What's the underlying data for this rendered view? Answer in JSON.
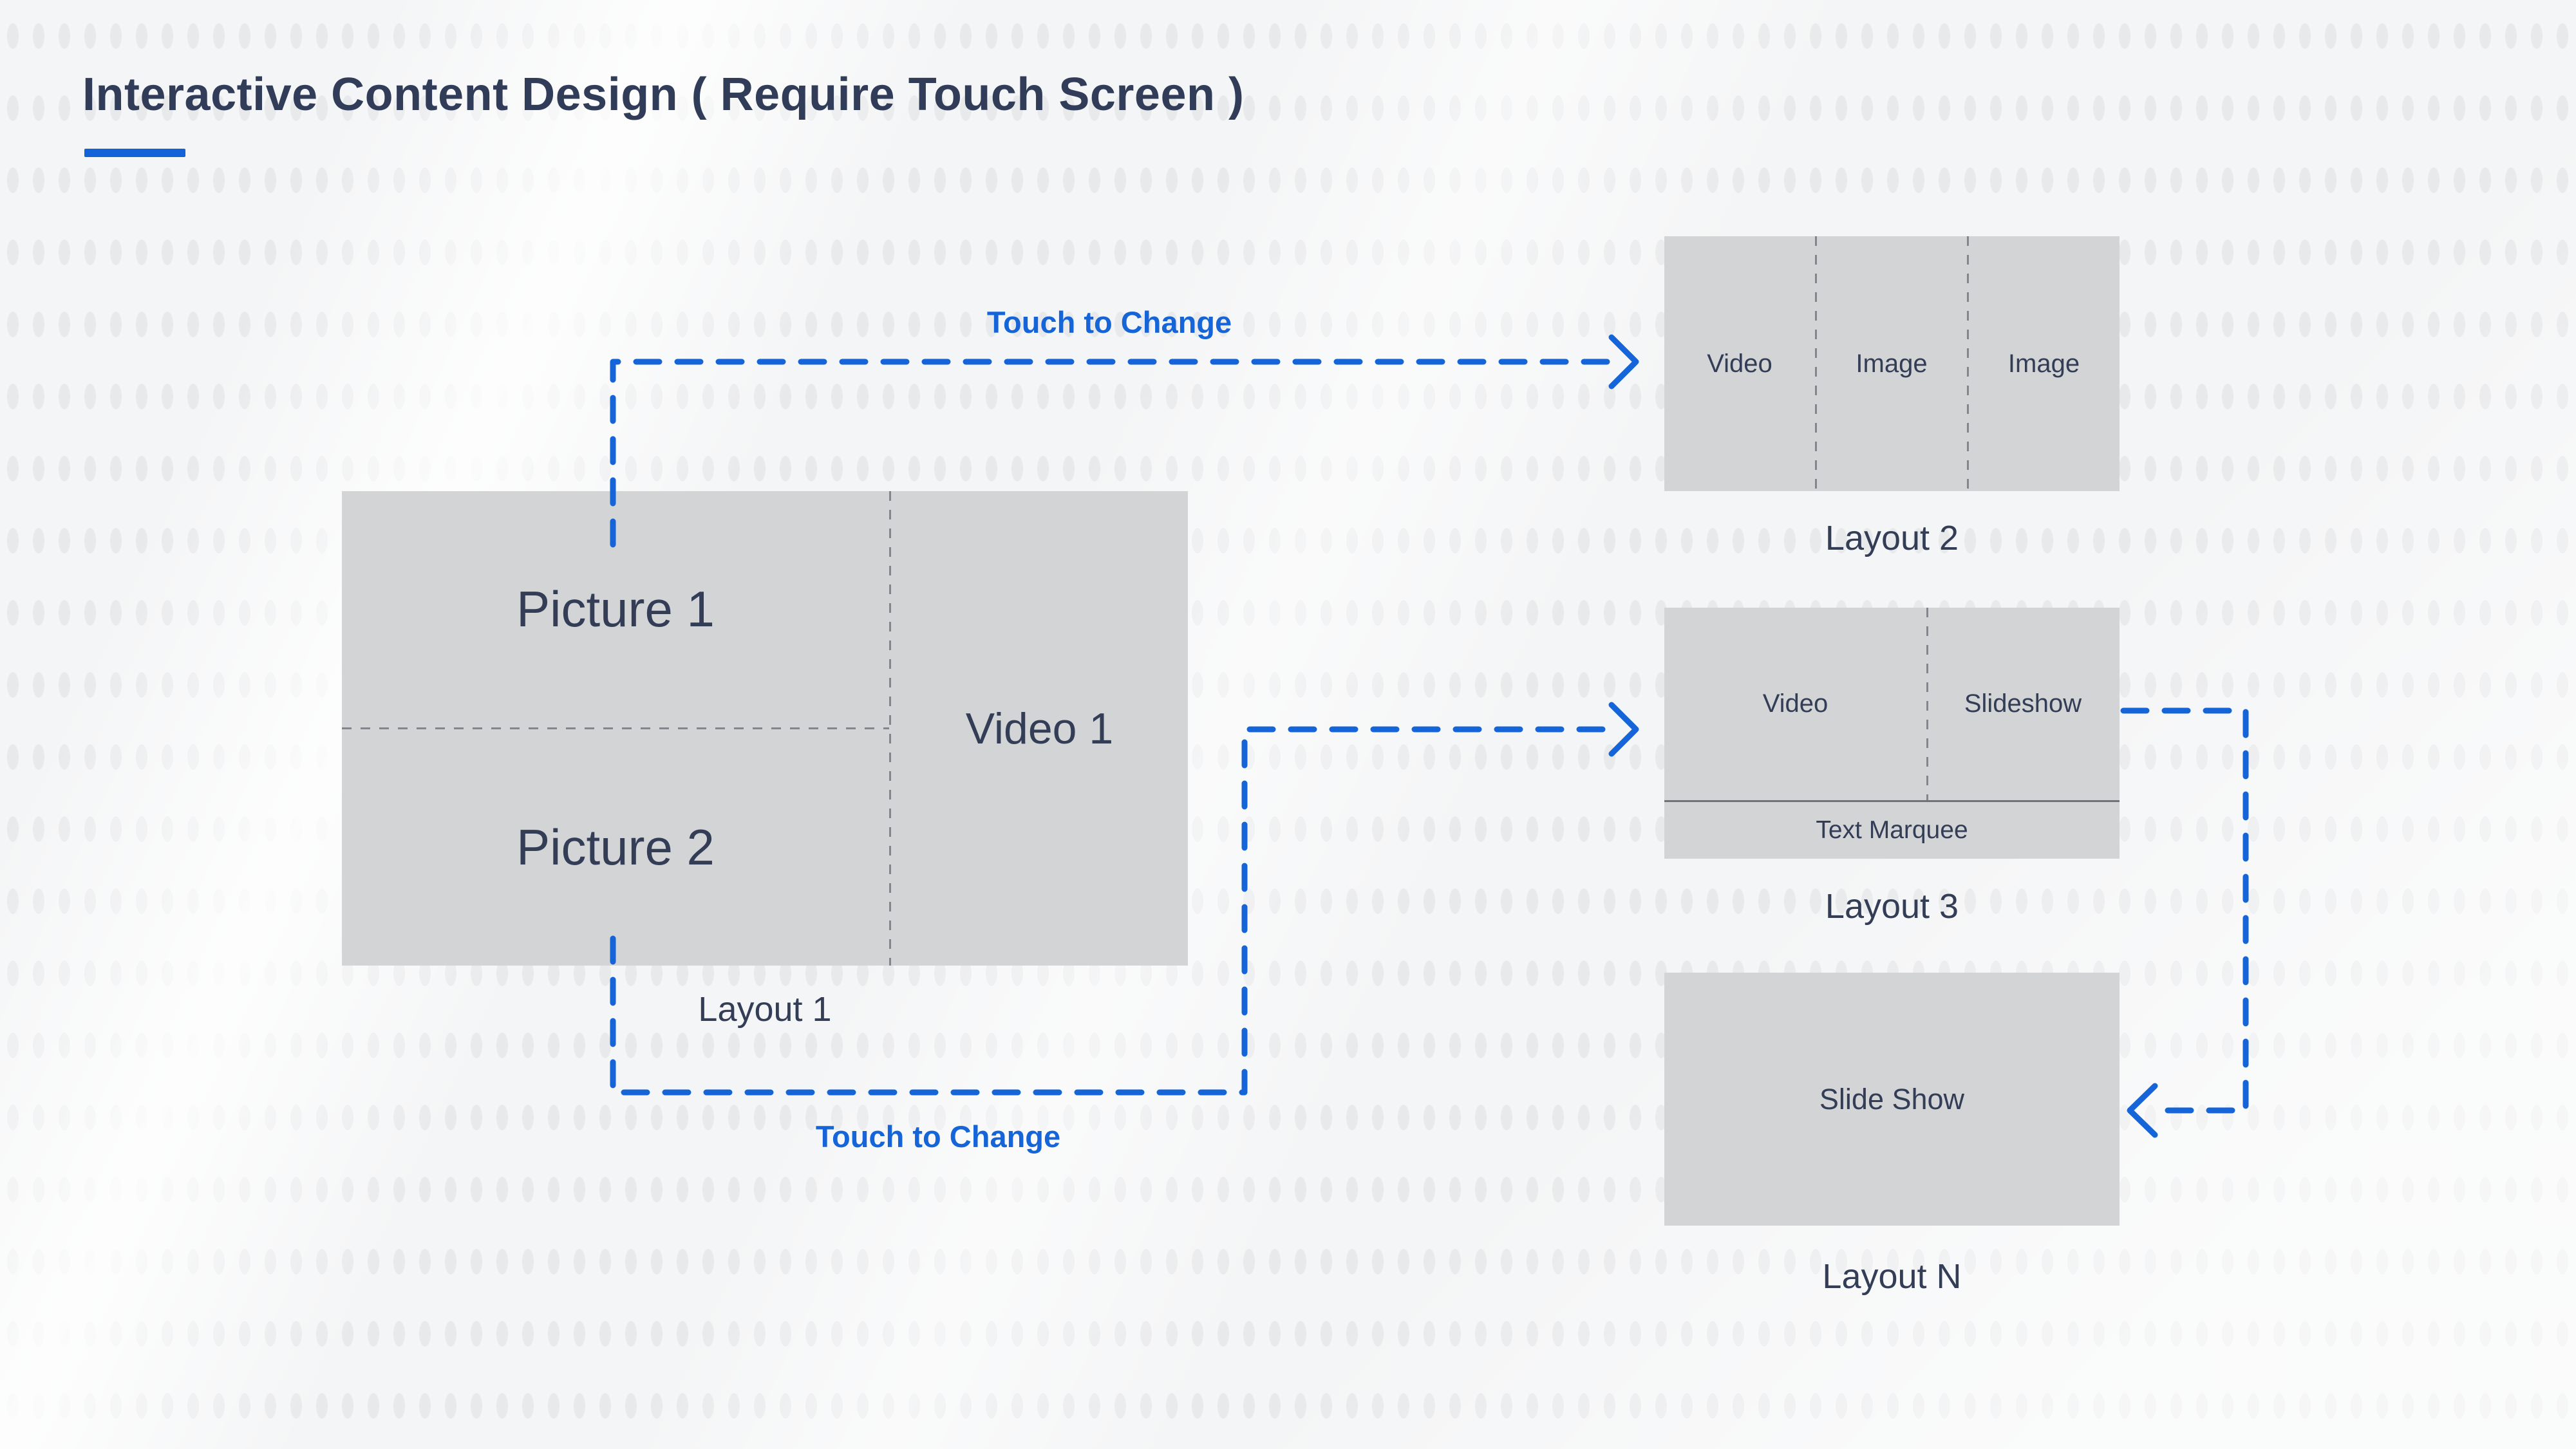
{
  "title": {
    "text": "Interactive Content Design ( Require Touch Screen )"
  },
  "colors": {
    "accent_blue": "#1565d8",
    "navy_text": "#333e56",
    "box_gray": "#d2d4d6",
    "divider_gray": "#83868a",
    "background": "#f4f5f6"
  },
  "annotations": {
    "touch_top": "Touch to Change",
    "touch_bottom": "Touch to Change"
  },
  "layout1": {
    "caption": "Layout 1",
    "cells": {
      "picture1": "Picture 1",
      "picture2": "Picture 2",
      "video1": "Video 1"
    }
  },
  "layout2": {
    "caption": "Layout 2",
    "cells": [
      "Video",
      "Image",
      "Image"
    ]
  },
  "layout3": {
    "caption": "Layout 3",
    "cells": {
      "video": "Video",
      "slideshow": "Slideshow",
      "marquee": "Text Marquee"
    }
  },
  "layoutN": {
    "caption": "Layout N",
    "cells": {
      "slideshow": "Slide Show"
    }
  }
}
